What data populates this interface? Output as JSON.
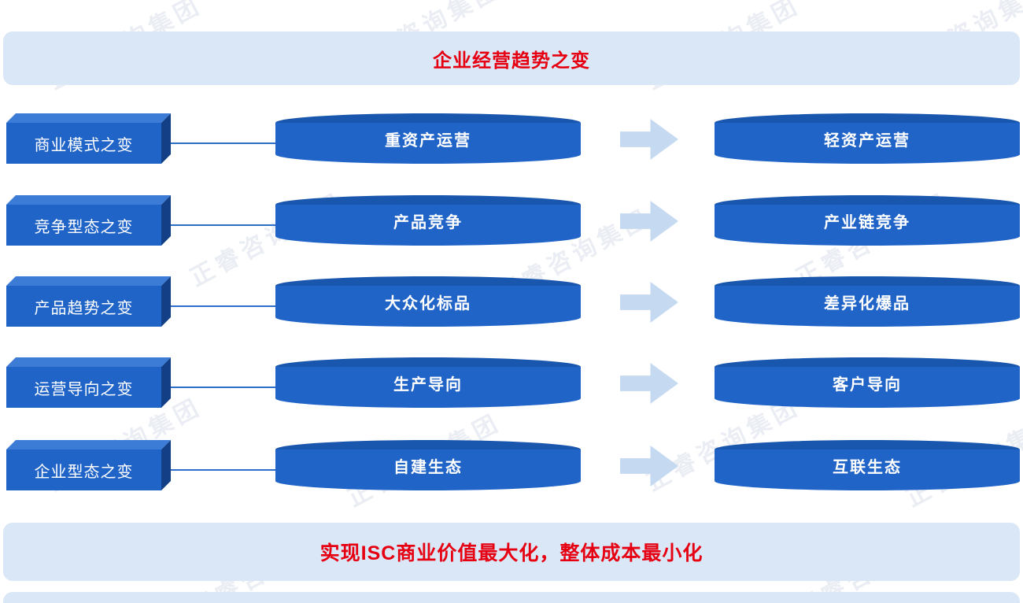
{
  "header": {
    "title": "企业经营趋势之变"
  },
  "rows": [
    {
      "label": "商业模式之变",
      "from": "重资产运营",
      "to": "轻资产运营"
    },
    {
      "label": "竞争型态之变",
      "from": "产品竞争",
      "to": "产业链竞争"
    },
    {
      "label": "产品趋势之变",
      "from": "大众化标品",
      "to": "差异化爆品"
    },
    {
      "label": "运营导向之变",
      "from": "生产导向",
      "to": "客户导向"
    },
    {
      "label": "企业型态之变",
      "from": "自建生态",
      "to": "互联生态"
    }
  ],
  "footer": {
    "text": "实现ISC商业价值最大化，整体成本最小化"
  },
  "watermark": {
    "text": "正睿咨询集团"
  },
  "colors": {
    "accent_red": "#e60012",
    "primary_blue": "#2064c8",
    "cylinder_top_blue": "#1956ad",
    "box_top_blue": "#3c7bd6",
    "box_side_blue": "#123f85",
    "band_light_blue": "#d9e7f6",
    "arrow_light_blue": "#c5daf1",
    "connector_blue": "#2e6ecb"
  }
}
